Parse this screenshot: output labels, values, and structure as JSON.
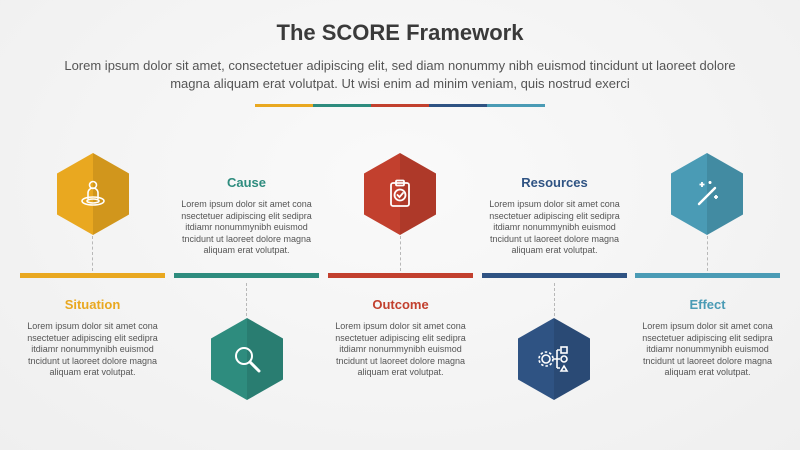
{
  "header": {
    "title": "The SCORE Framework",
    "subtitle": "Lorem ipsum dolor sit amet, consectetuer adipiscing elit, sed diam nonummy nibh euismod tincidunt ut laoreet dolore magna aliquam erat volutpat. Ut wisi enim ad minim veniam, quis nostrud exerci"
  },
  "colors": [
    "#E9A820",
    "#2E8C7E",
    "#C2402E",
    "#2F5383",
    "#4A9BB5"
  ],
  "steps": [
    {
      "title": "Situation",
      "description": "Lorem ipsum dolor sit amet cona nsectetuer adipiscing elit sedipra itdiamr nonummynibh euismod tncidunt ut laoreet dolore magna aliquam erat volutpat.",
      "color": "#E9A820",
      "icon": "person-target-icon"
    },
    {
      "title": "Cause",
      "description": "Lorem ipsum dolor sit amet cona nsectetuer adipiscing elit sedipra itdiamr nonummynibh euismod tncidunt ut laoreet dolore magna aliquam erat volutpat.",
      "color": "#2E8C7E",
      "icon": "magnifier-icon"
    },
    {
      "title": "Outcome",
      "description": "Lorem ipsum dolor sit amet cona nsectetuer adipiscing elit sedipra itdiamr nonummynibh euismod tncidunt ut laoreet dolore magna aliquam erat volutpat.",
      "color": "#C2402E",
      "icon": "clipboard-check-icon"
    },
    {
      "title": "Resources",
      "description": "Lorem ipsum dolor sit amet cona nsectetuer adipiscing elit sedipra itdiamr nonummynibh euismod tncidunt ut laoreet dolore magna aliquam erat volutpat.",
      "color": "#2F5383",
      "icon": "gear-flowchart-icon"
    },
    {
      "title": "Effect",
      "description": "Lorem ipsum dolor sit amet cona nsectetuer adipiscing elit sedipra itdiamr nonummynibh euismod tncidunt ut laoreet dolore magna aliquam erat volutpat.",
      "color": "#4A9BB5",
      "icon": "magic-wand-icon"
    }
  ]
}
